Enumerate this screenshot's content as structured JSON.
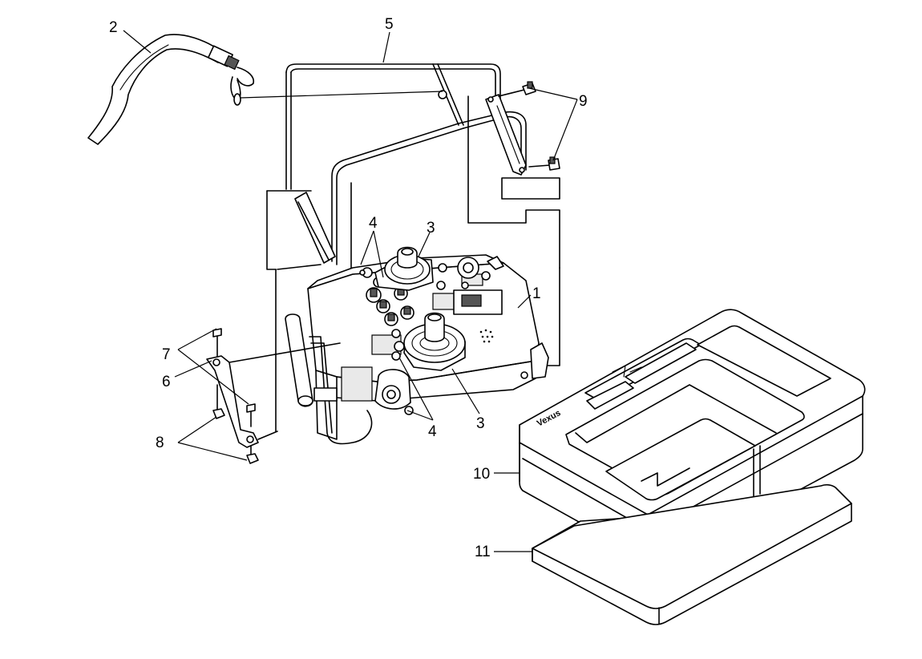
{
  "callouts": {
    "c1": "1",
    "c2": "2",
    "c3a": "3",
    "c3b": "3",
    "c4a": "4",
    "c4b": "4",
    "c5": "5",
    "c6": "6",
    "c7": "7",
    "c8": "8",
    "c9": "9",
    "c10": "10",
    "c11": "11"
  },
  "case_logo": "Vexus"
}
